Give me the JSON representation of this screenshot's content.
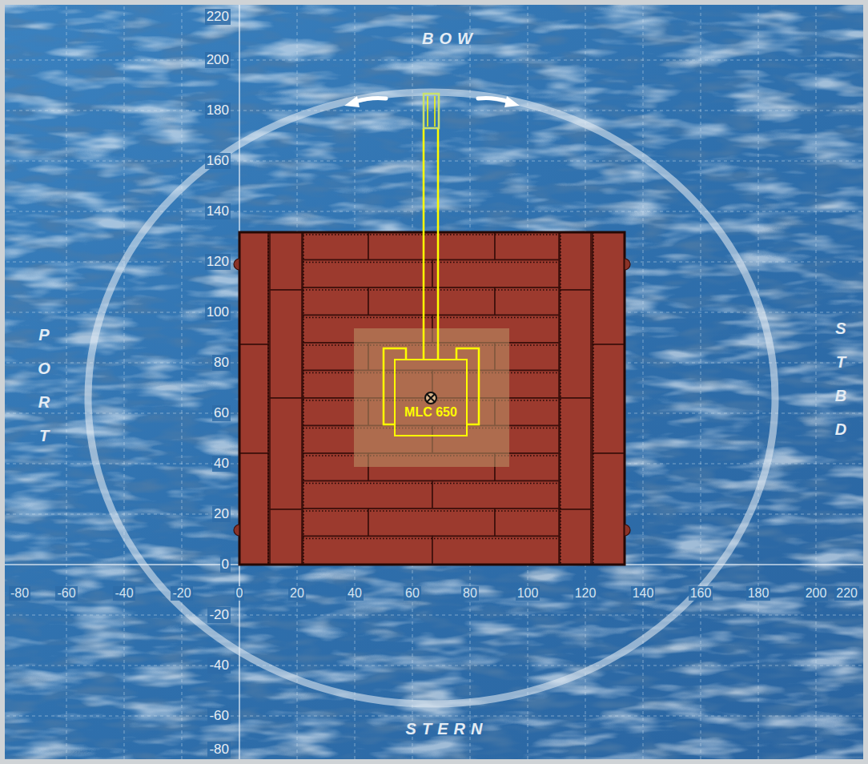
{
  "diagram": {
    "nodes": [
      {
        "text": [
          "MLC 650"
        ]
      }
    ],
    "labels": [
      "BOW",
      "PORT",
      "STBD",
      "STERN",
      "220",
      "200",
      "180",
      "160",
      "140",
      "120",
      "100",
      "80",
      "60",
      "40",
      "20",
      "0",
      "-20",
      "-40",
      "-60",
      "-80",
      "-80",
      "-60",
      "-40",
      "-20",
      "0",
      "20",
      "40",
      "60",
      "80",
      "100",
      "120",
      "140",
      "160",
      "180",
      "200",
      "220"
    ]
  }
}
